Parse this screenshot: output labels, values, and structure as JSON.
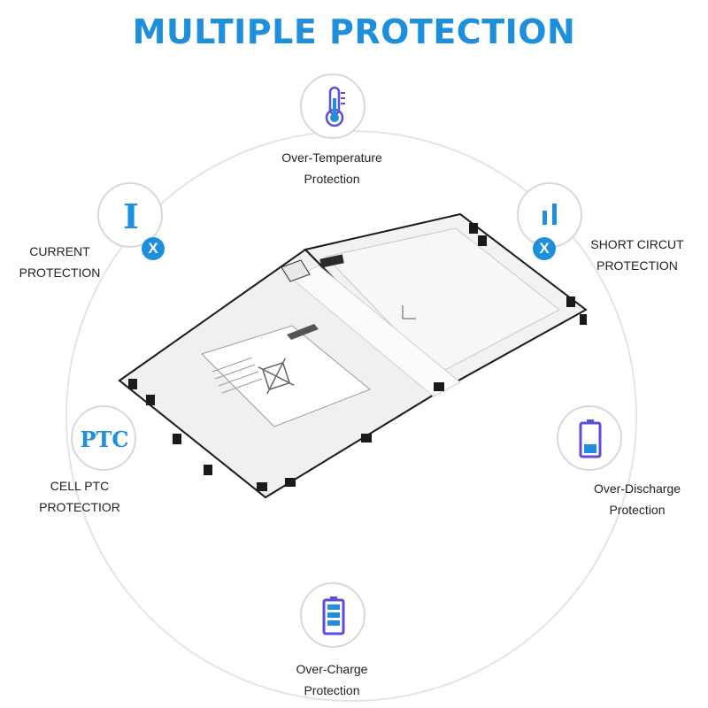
{
  "title": "MULTIPLE PROTECTION",
  "accent_color": "#1d8fdc",
  "icon_color": "#5a4fd6",
  "features": [
    {
      "icon": "thermometer-icon",
      "line1": "Over-Temperature",
      "line2": "Protection"
    },
    {
      "icon": "current-i-icon",
      "badge": "X",
      "line1": "CURRENT",
      "line2": "PROTECTION"
    },
    {
      "icon": "short-circuit-icon",
      "badge": "X",
      "line1": "SHORT CIRCUT",
      "line2": "PROTECTION"
    },
    {
      "icon": "ptc-icon",
      "text": "PTC",
      "line1": "CELL PTC",
      "line2": "PROTECTIOR"
    },
    {
      "icon": "battery-low-icon",
      "line1": "Over-Discharge",
      "line2": "Protection"
    },
    {
      "icon": "battery-full-icon",
      "line1": "Over-Charge",
      "line2": "Protection"
    }
  ]
}
